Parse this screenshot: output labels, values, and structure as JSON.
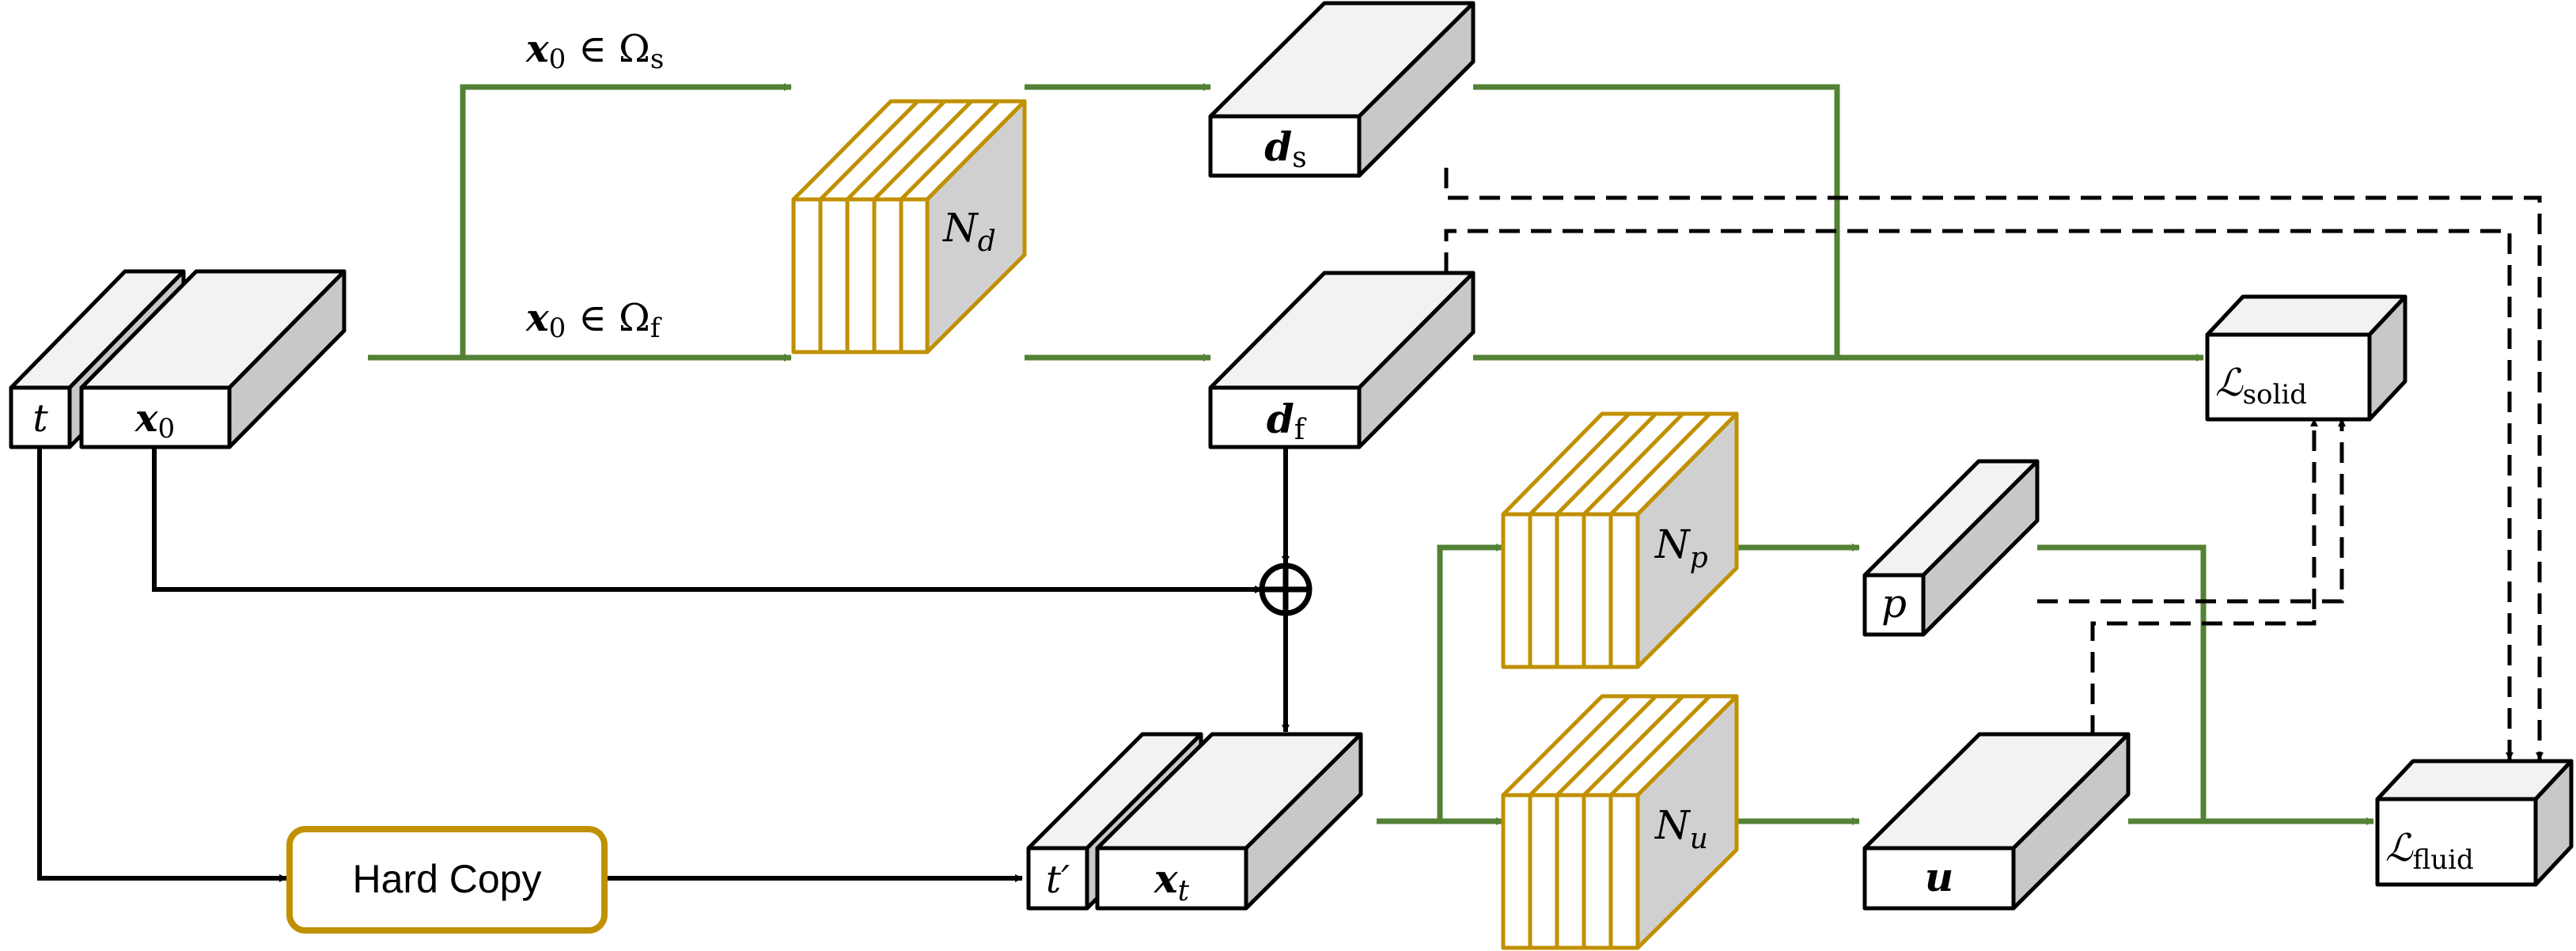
{
  "colors": {
    "green": "#538135",
    "gold": "#C09000",
    "black": "#000000",
    "box_front": "#FFFFFF",
    "box_top": "#F2F2F2",
    "box_side": "#C8C8C8"
  },
  "labels": {
    "t": "t",
    "x0": "x",
    "x0_sub": "0",
    "x0_in_omega_s_x": "x",
    "x0_in_omega_s_sub": "0",
    "x0_in_omega_s_rest": "∈ Ω",
    "x0_in_omega_s_rest_sub": "s",
    "x0_in_omega_f_x": "x",
    "x0_in_omega_f_sub": "0",
    "x0_in_omega_f_rest": "∈ Ω",
    "x0_in_omega_f_rest_sub": "f",
    "nd": "N",
    "nd_sub": "d",
    "np": "N",
    "np_sub": "p",
    "nu": "N",
    "nu_sub": "u",
    "ds": "d",
    "ds_sub": "s",
    "df": "d",
    "df_sub": "f",
    "p": "p",
    "u": "u",
    "t_prime": "t′",
    "xt": "x",
    "xt_sub": "t",
    "loss_solid": "ℒ",
    "loss_solid_sub": "solid",
    "loss_fluid": "ℒ",
    "loss_fluid_sub": "fluid",
    "hard_copy": "Hard Copy",
    "plus": "⊕"
  }
}
